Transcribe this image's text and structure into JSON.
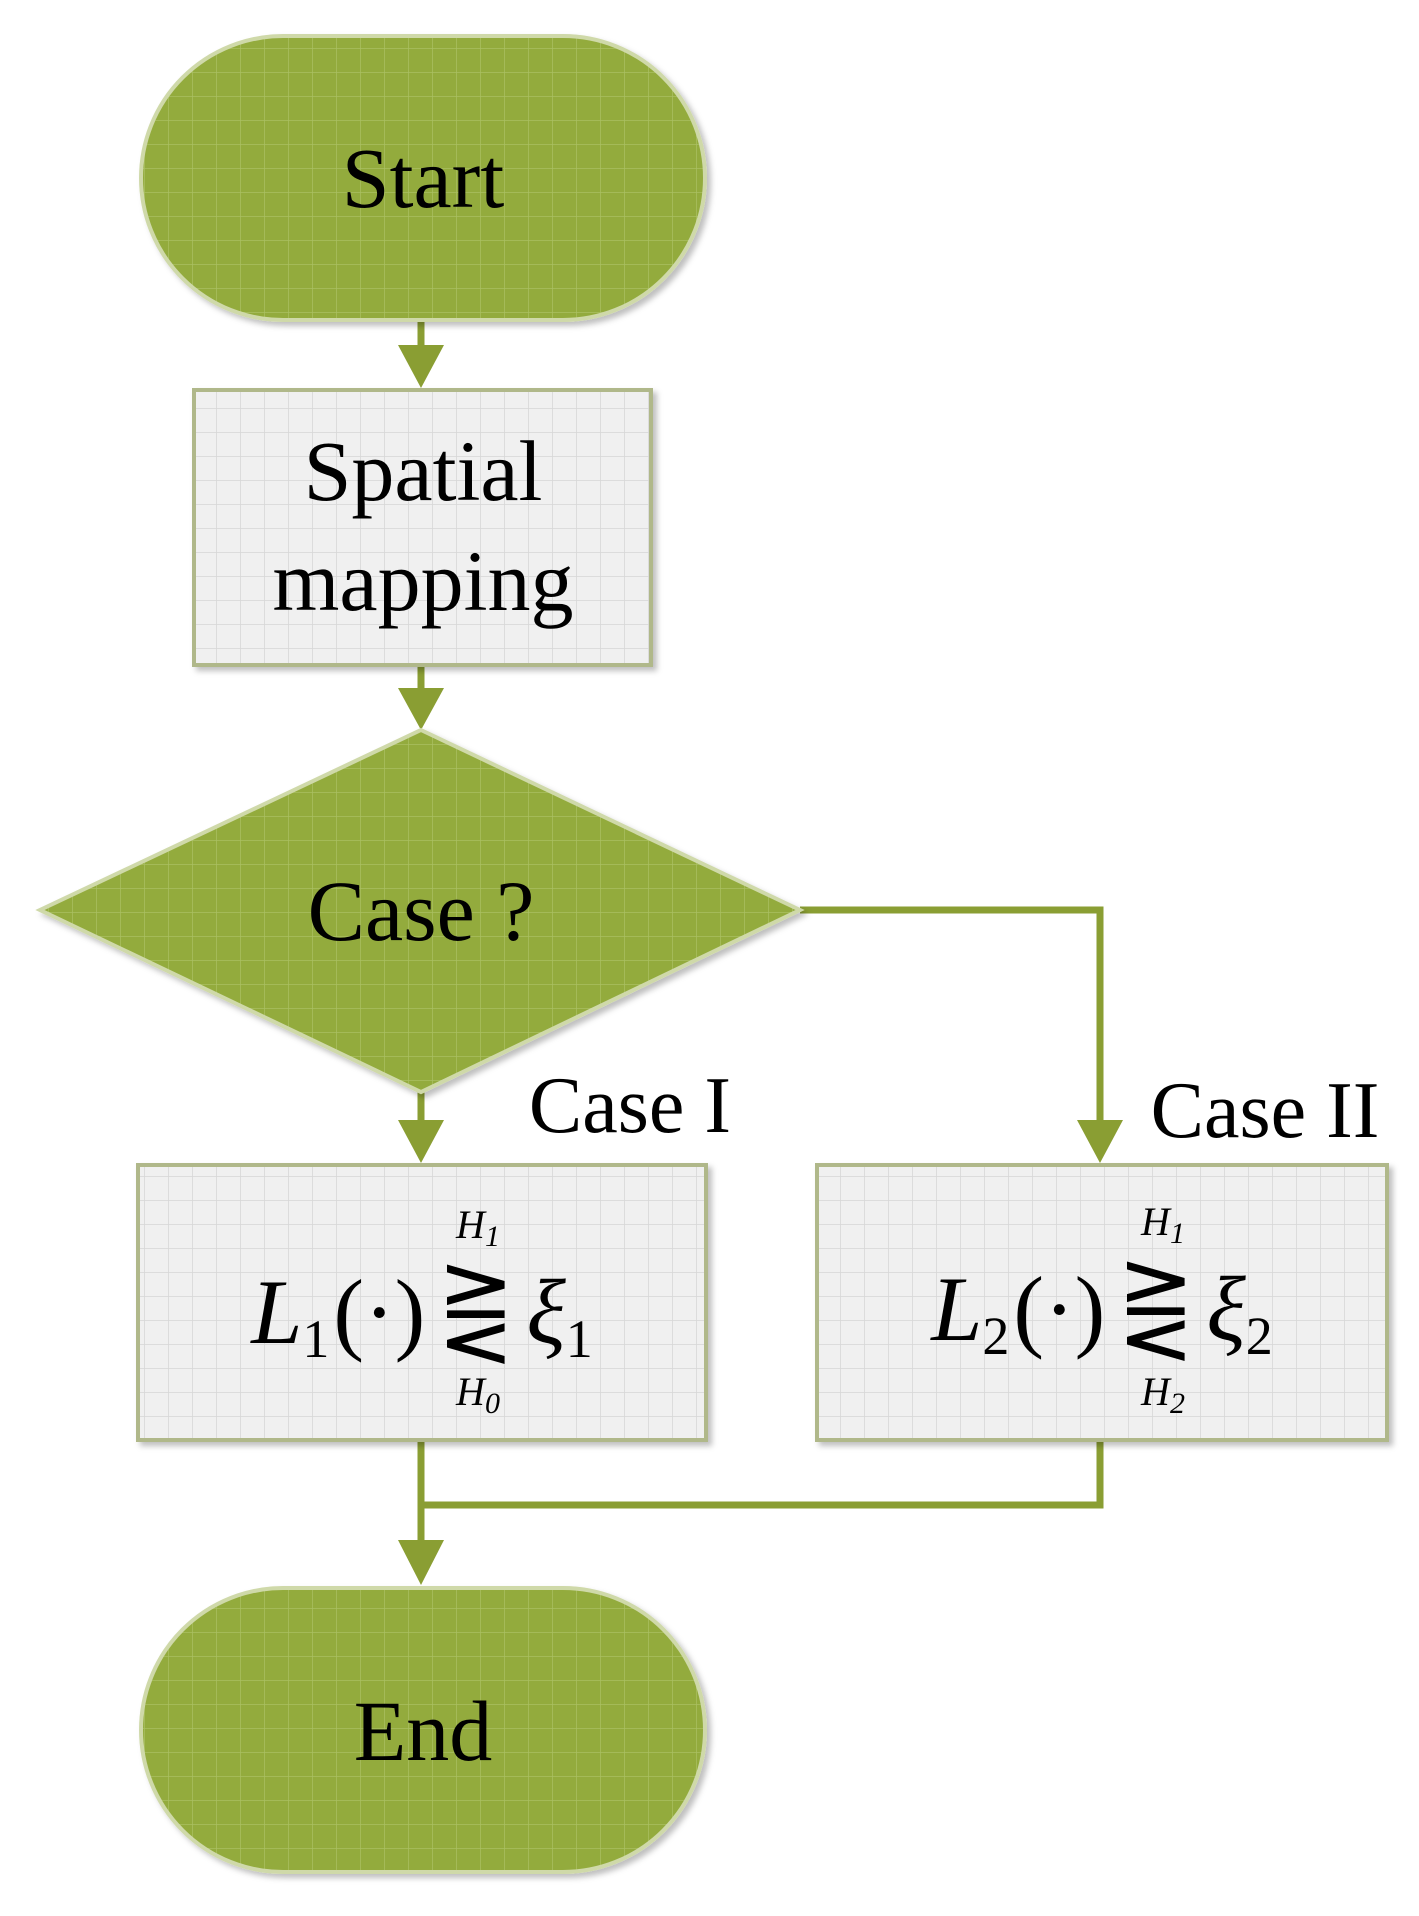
{
  "nodes": {
    "start": "Start",
    "mapping": [
      "Spatial",
      "mapping"
    ],
    "decision": "Case ?",
    "end": "End"
  },
  "edges": {
    "case1": "Case I",
    "case2": "Case II"
  },
  "tests": {
    "case1": {
      "L": "L",
      "L_sub": "1",
      "arg": "(·)",
      "rel": "⋛",
      "xi": "ξ",
      "xi_sub": "1",
      "upper": "H",
      "upper_sub": "1",
      "lower": "H",
      "lower_sub": "0"
    },
    "case2": {
      "L": "L",
      "L_sub": "2",
      "arg": "(·)",
      "rel": "⋛",
      "xi": "ξ",
      "xi_sub": "2",
      "upper": "H",
      "upper_sub": "1",
      "lower": "H",
      "lower_sub": "2"
    }
  },
  "colors": {
    "accent": "#8a9e33",
    "terminal_fill": "#93ab3e",
    "process_fill": "#efefef",
    "process_border": "#b0b88a",
    "grid_light": "#d8d8d8",
    "grid_dark": "#a7bd5c"
  }
}
